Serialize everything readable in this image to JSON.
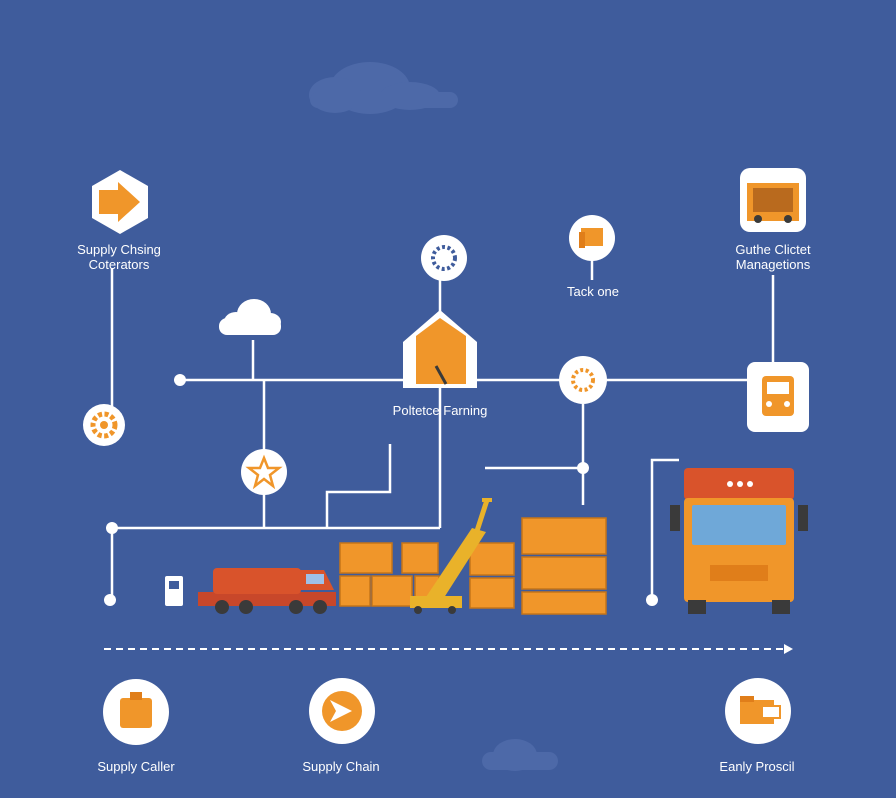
{
  "colors": {
    "background": "#3f5c9c",
    "line": "#ffffff",
    "accent_orange": "#f0962a",
    "truck_red": "#d9532b",
    "crane_yellow": "#e9b22a"
  },
  "labels": {
    "supply_chain_collectors": [
      "Supply Chsing",
      "Coterators"
    ],
    "guide_client_management": [
      "Guthe Clictet",
      "Managetions"
    ],
    "track_one": "Tack one",
    "polite_farming": "Poltetce Farning",
    "supply_caller": "Supply Caller",
    "supply_chain": "Supply Chain",
    "early_process": "Eanly Proscil"
  },
  "icons": [
    "arrow-right-icon",
    "truck-box-icon",
    "gear-icon",
    "folder-icon",
    "cloud-icon",
    "warehouse-icon",
    "star-icon",
    "truck-front-icon",
    "package-icon",
    "chevron-icon",
    "folder-open-icon",
    "crane-icon",
    "delivery-truck-icon",
    "crate-stack-icon"
  ]
}
